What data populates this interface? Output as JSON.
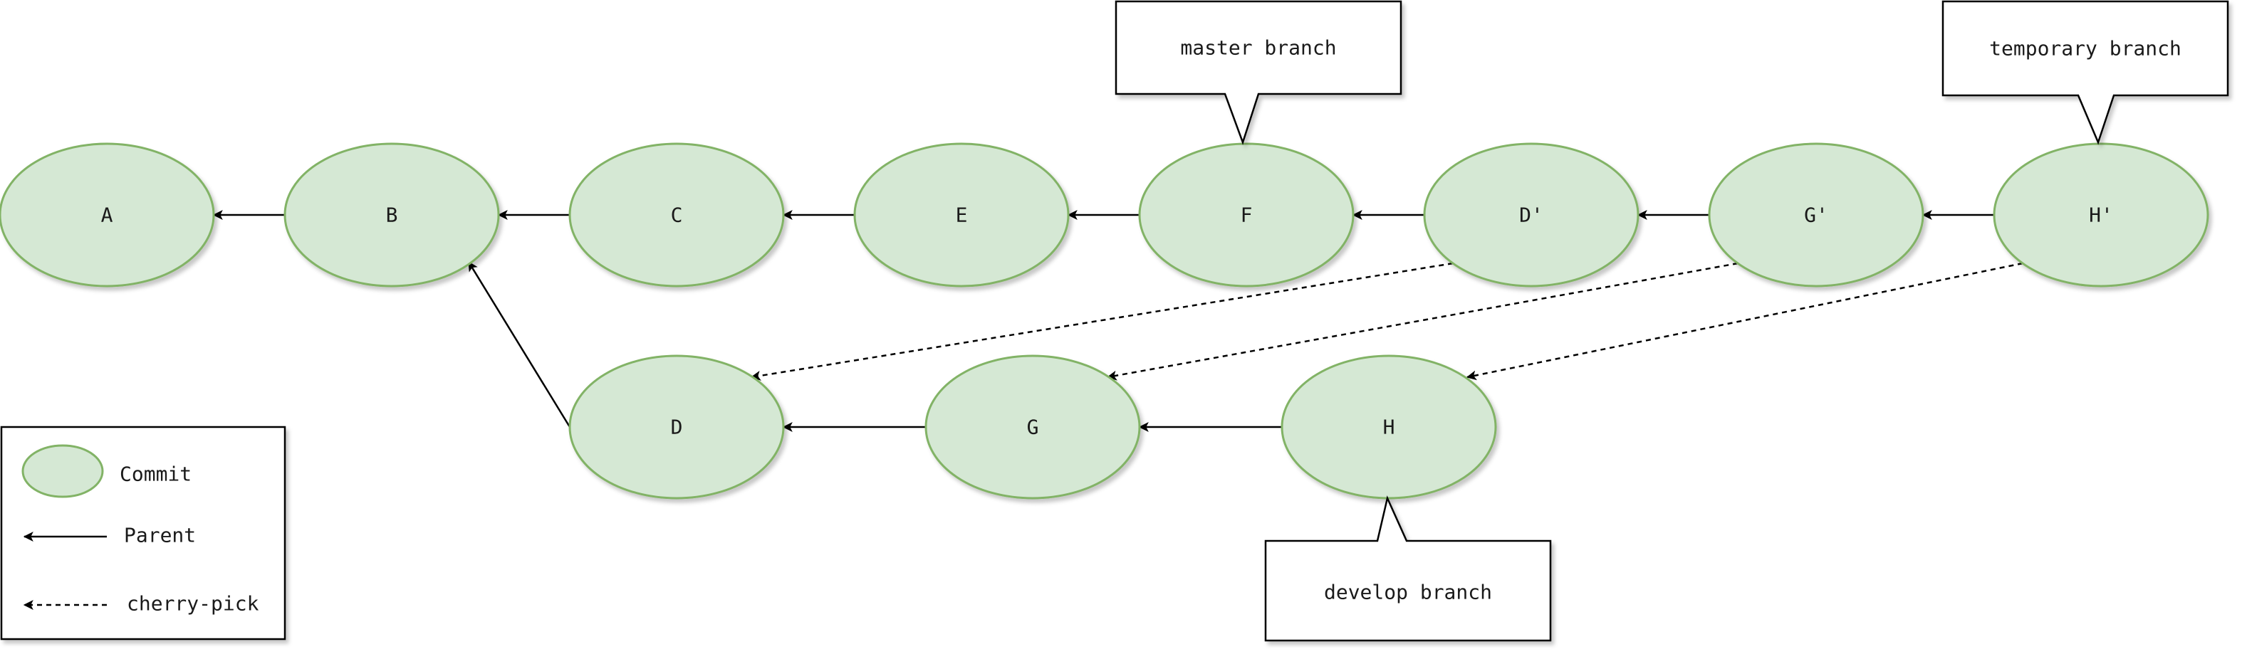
{
  "commits": {
    "A": "A",
    "B": "B",
    "C": "C",
    "E": "E",
    "F": "F",
    "D_prime": "D'",
    "G_prime": "G'",
    "H_prime": "H'",
    "D": "D",
    "G": "G",
    "H": "H"
  },
  "branches": {
    "master": "master branch",
    "temporary": "temporary branch",
    "develop": "develop branch"
  },
  "legend": {
    "commit": "Commit",
    "parent": "Parent",
    "cherry_pick": "cherry-pick"
  },
  "colors": {
    "commit_fill": "#d5e8d4",
    "commit_stroke": "#82b366"
  }
}
